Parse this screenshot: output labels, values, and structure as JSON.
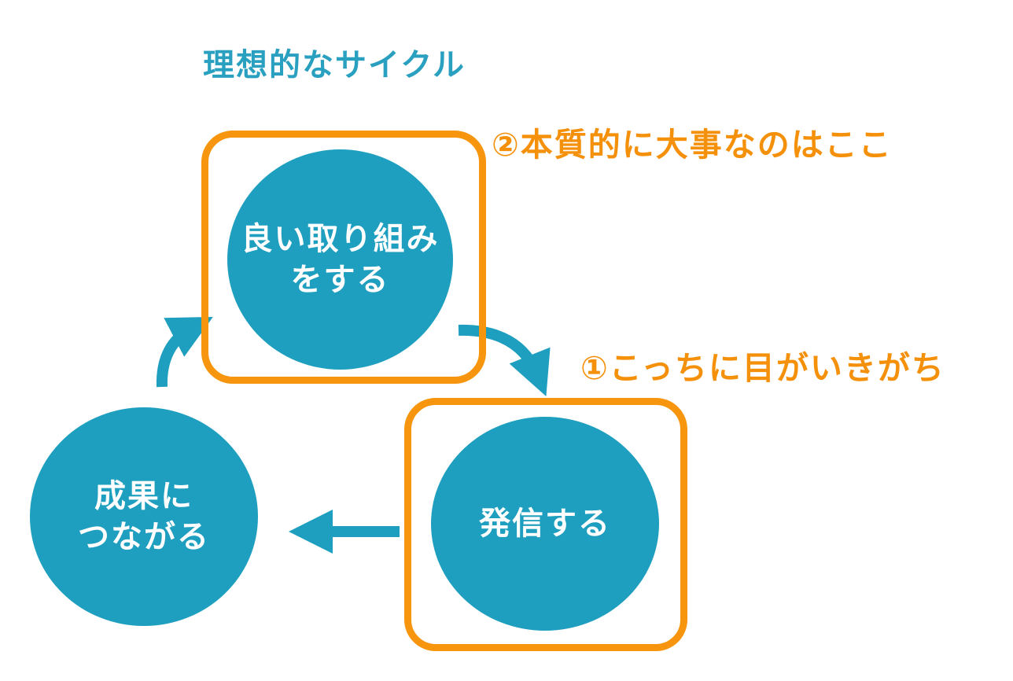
{
  "title": "理想的なサイクル",
  "annotations": {
    "essential": "②本質的に大事なのはここ",
    "attention": "①こっちに目がいきがち"
  },
  "nodes": {
    "good_work": {
      "line1": "良い取り組み",
      "line2": "をする"
    },
    "publish": {
      "line1": "発信する"
    },
    "results": {
      "line1": "成果に",
      "line2": "つながる"
    }
  },
  "colors": {
    "title": "#2aa0c0",
    "node_fill": "#1f9fbf",
    "highlight": "#f7950f",
    "arrow": "#1f9fbf"
  }
}
